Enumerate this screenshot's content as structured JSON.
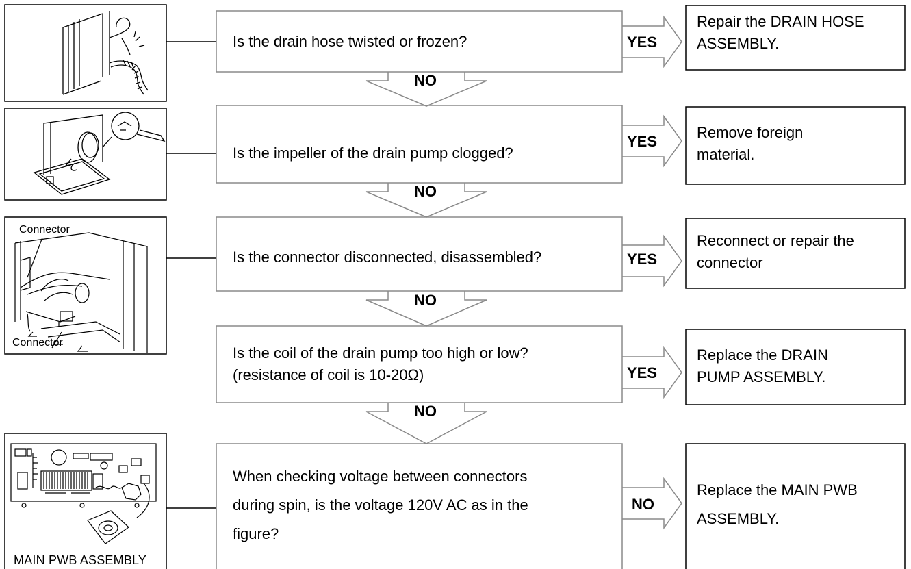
{
  "steps": [
    {
      "question": [
        "Is the drain hose twisted or frozen?"
      ],
      "branch": "YES",
      "action": [
        "Repair the DRAIN HOSE",
        "ASSEMBLY."
      ],
      "down": "NO"
    },
    {
      "question": [
        "Is the impeller of the drain pump clogged?"
      ],
      "branch": "YES",
      "action": [
        "Remove foreign",
        "material."
      ],
      "down": "NO"
    },
    {
      "question": [
        "Is the connector disconnected, disassembled?"
      ],
      "branch": "YES",
      "action": [
        "Reconnect or repair the",
        "connector"
      ],
      "down": "NO"
    },
    {
      "question": [
        "Is the coil of the drain pump too high or low?",
        "(resistance of coil is 10-20Ω)"
      ],
      "branch": "YES",
      "action": [
        "Replace the DRAIN",
        "PUMP ASSEMBLY."
      ],
      "down": "NO"
    },
    {
      "question": [
        "When checking voltage between connectors",
        "during spin, is the voltage 120V AC as in the",
        "figure?"
      ],
      "branch": "NO",
      "action": [
        "Replace the MAIN PWB",
        "ASSEMBLY."
      ]
    }
  ],
  "images": {
    "connector_top": "Connector",
    "connector_bottom": "Connector",
    "pwb_caption": "MAIN  PWB ASSEMBLY"
  },
  "icons": [
    "drain-hose-illustration",
    "drain-pump-filter-illustration",
    "connector-illustration",
    "main-pwb-illustration"
  ]
}
